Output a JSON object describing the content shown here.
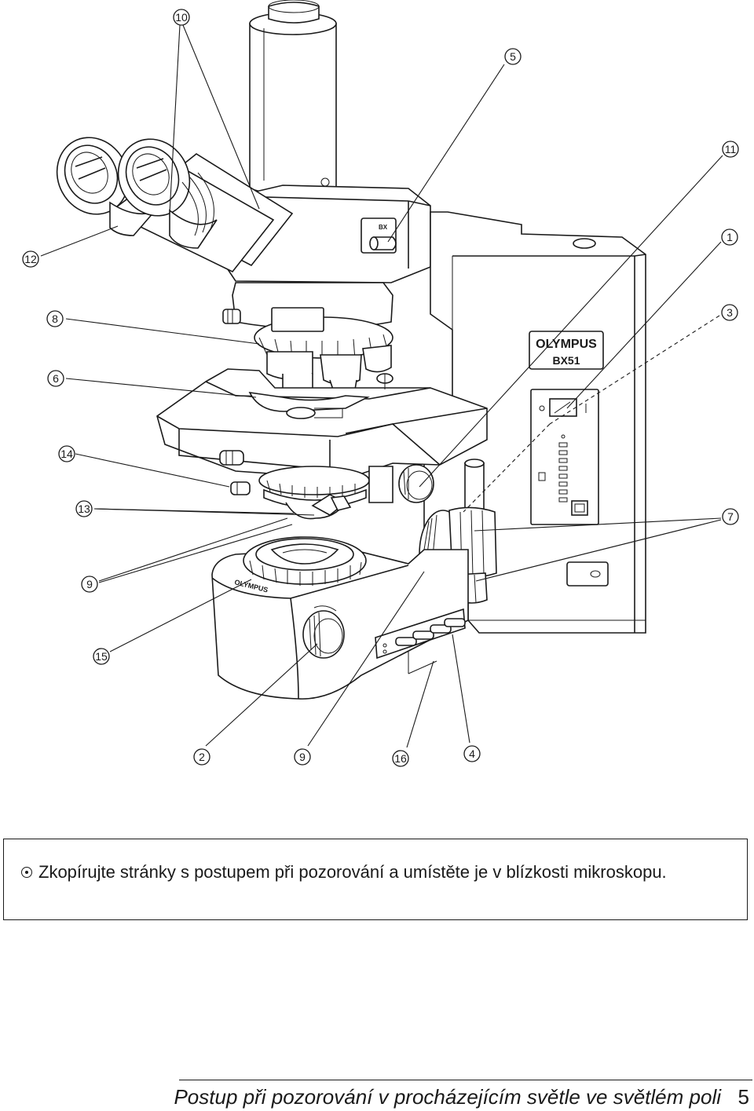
{
  "figure": {
    "brand_label": "OLYMPUS",
    "model_label": "BX51",
    "callouts": [
      "1",
      "2",
      "3",
      "4",
      "5",
      "6",
      "7",
      "8",
      "9",
      "9",
      "10",
      "11",
      "12",
      "13",
      "14",
      "15",
      "16"
    ]
  },
  "note": {
    "icon": "bullet-circle-icon",
    "text": "Zkopírujte stránky s postupem při pozorování a umístěte je v blízkosti mikroskopu."
  },
  "footer": {
    "title": "Postup při pozorování v procházejícím světle ve světlém poli",
    "page_number": "5"
  }
}
